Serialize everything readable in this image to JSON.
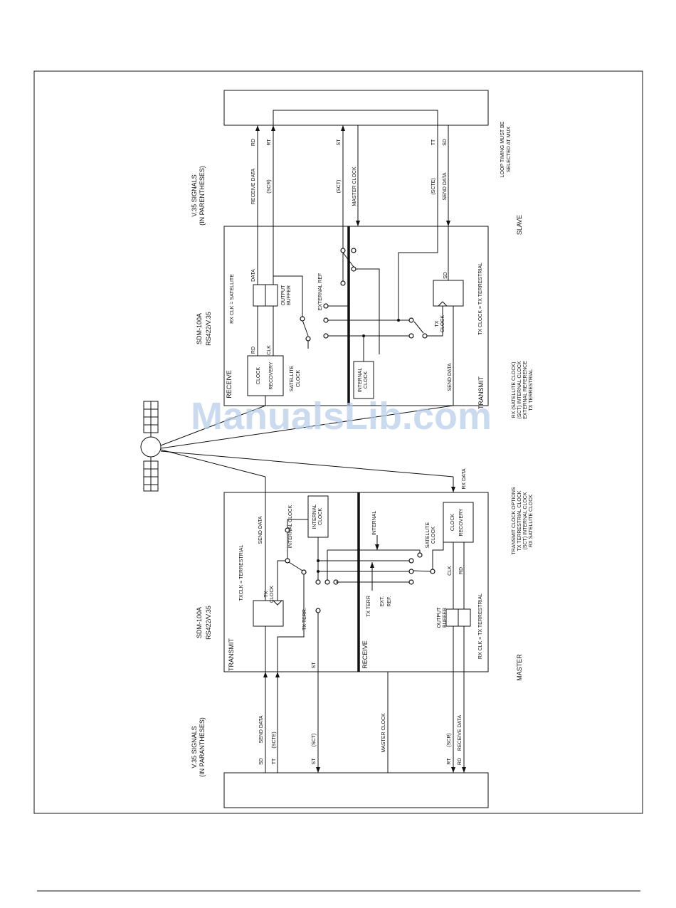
{
  "watermark": "ManualsLib.com",
  "top_section": {
    "v35_signals": [
      "V.35 SIGNALS",
      "(IN PARENTHESES)"
    ],
    "unit_model": [
      "SDM-100A",
      "RS422/V.35"
    ],
    "role": "SLAVE",
    "loop_timing_note": [
      "LOOP TIMING MUST BE",
      "SELECTED AT MUX"
    ],
    "clock_options": [
      "RX (SATELLITE CLOCK)",
      "(SCT) INTERNAL CLOCK",
      "EXTERNAL REFERENCE",
      "TX TERRESTRIAL"
    ],
    "receive_label": "RECEIVE",
    "transmit_label": "TRANSMIT",
    "rx_clk_eq": "RX CLK = SATELLITE",
    "tx_clock_eq": "TX CLOCK = TX TERRESTRIAL",
    "clock_recovery": [
      "CLOCK",
      "RECOVERY"
    ],
    "satellite_clock": [
      "SATELLITE",
      "CLOCK"
    ],
    "output_buffer": [
      "OUTPUT",
      "BUFFER"
    ],
    "internal_clock": [
      "INTERNAL",
      "CLOCK"
    ],
    "external_ref": "EXTERNAL REF",
    "master_clock": "MASTER CLOCK",
    "tx_clock": [
      "TX",
      "CLOCK"
    ],
    "pins": {
      "rd": "RD",
      "rt": "RT",
      "st": "ST",
      "tt": "TT",
      "sd": "SD",
      "data": "DATA",
      "clk": "CLK"
    },
    "wires": {
      "receive_data": "RECEIVE DATA",
      "scr": "(SCR)",
      "sct": "(SCT)",
      "scte": "(SCTE)",
      "send_data": "SEND DATA"
    }
  },
  "bottom_section": {
    "v35_signals": [
      "V.35 SIGNALS",
      "(IN PARANTHESES)"
    ],
    "unit_model": [
      "SDM-100A",
      "RS422/V.35"
    ],
    "role": "MASTER",
    "clock_options": [
      "TRANSMIT CLOCK OPTIONS",
      "TX TERRESTRIAL CLOCK",
      "(SCT) INTERNAL CLOCK",
      "RX SATELLITE CLOCK"
    ],
    "transmit_label": "TRANSMIT",
    "receive_label": "RECEIVE",
    "txclk_eq": "TXCLK = TERRESTRIAL",
    "rx_clk_eq": "RX CLK = TX TERRESTRIAL",
    "clock_recovery": [
      "CLOCK",
      "RECOVERY"
    ],
    "satellite_clock": [
      "SATELLITE",
      "CLOCK"
    ],
    "output_buffer": [
      "OUTPUT",
      "BUFFER"
    ],
    "internal_clock_box": [
      "INTERNAL",
      "CLOCK"
    ],
    "internal_clock_label": "INTERNAL CLOCK",
    "internal": "INTERNAL",
    "tx_terr": "TX TERR",
    "tx_terr_lbl": "TX TERR.",
    "ext_ref": [
      "EXT.",
      "REF."
    ],
    "tx_clock": [
      "TX",
      "CLOCK"
    ],
    "rx_data": "RX DATA",
    "pins": {
      "sd": "SD",
      "tt": "TT",
      "st": "ST",
      "rt": "RT",
      "rd": "RD",
      "clk": "CLK"
    },
    "wires": {
      "send_data": "SEND DATA",
      "send_data_2": "SEND  DATA",
      "scte": "(SCTE)",
      "sct": "(SCT)",
      "master_clock": "MASTER  CLOCK",
      "scr": "(SCR)",
      "receive_data": "RECEIVE  DATA"
    }
  }
}
